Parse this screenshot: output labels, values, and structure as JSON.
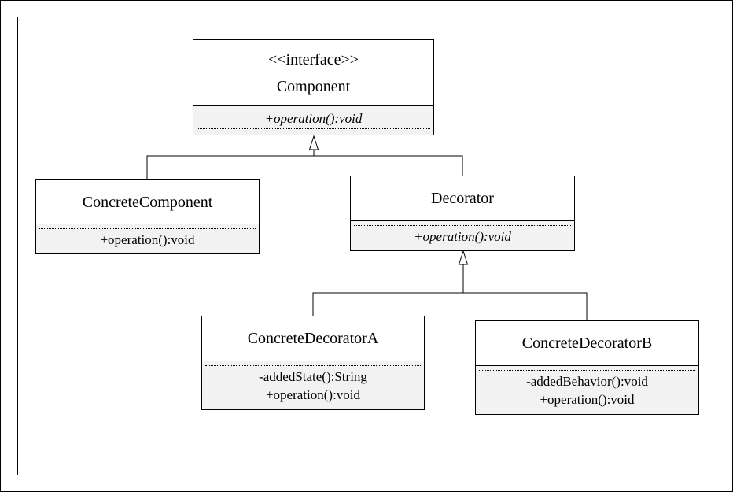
{
  "classes": {
    "component": {
      "stereotype": "<<interface>>",
      "name": "Component",
      "operations": [
        "+operation():void"
      ]
    },
    "concrete_component": {
      "name": "ConcreteComponent",
      "operations": [
        "+operation():void"
      ]
    },
    "decorator": {
      "name": "Decorator",
      "operations": [
        "+operation():void"
      ]
    },
    "concrete_decorator_a": {
      "name": "ConcreteDecoratorA",
      "operations": [
        "-addedState():String",
        "+operation():void"
      ]
    },
    "concrete_decorator_b": {
      "name": "ConcreteDecoratorB",
      "operations": [
        "-addedBehavior():void",
        "+operation():void"
      ]
    }
  },
  "relationships": [
    {
      "type": "generalization",
      "from": "ConcreteComponent",
      "to": "Component"
    },
    {
      "type": "generalization",
      "from": "Decorator",
      "to": "Component"
    },
    {
      "type": "generalization",
      "from": "ConcreteDecoratorA",
      "to": "Decorator"
    },
    {
      "type": "generalization",
      "from": "ConcreteDecoratorB",
      "to": "Decorator"
    }
  ]
}
